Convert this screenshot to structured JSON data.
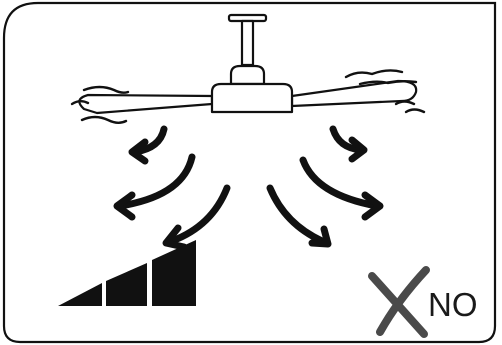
{
  "label": {
    "text": "NO"
  },
  "icons": {
    "frame": "rounded-frame",
    "fan": "ceiling-fan-icon",
    "airflow": "downdraft-airflow-arrows-icon",
    "wind": "wind-lines-icon",
    "speed": "speed-level-bars-icon",
    "cross": "cross-mark-icon"
  },
  "speed_level": {
    "active_bars": 3,
    "total_bars": 3
  },
  "colors": {
    "ink": "#111111",
    "cross": "#4a4a4a",
    "background": "#ffffff"
  }
}
